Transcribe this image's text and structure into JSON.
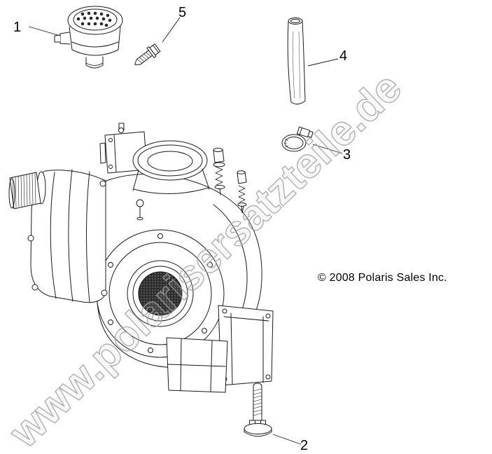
{
  "diagram": {
    "watermark": "www.polarisersatzteile.de",
    "copyright": "© 2008 Polaris Sales Inc.",
    "callouts": [
      {
        "label": "1",
        "part": "breather-assembly"
      },
      {
        "label": "2",
        "part": "flange-bolt"
      },
      {
        "label": "3",
        "part": "hose-clamp"
      },
      {
        "label": "4",
        "part": "vent-hose"
      },
      {
        "label": "5",
        "part": "tapping-screw"
      }
    ]
  },
  "colors": {
    "line": "#1a1a1a",
    "watermark": "#a3a3a3",
    "background": "#ffffff"
  }
}
